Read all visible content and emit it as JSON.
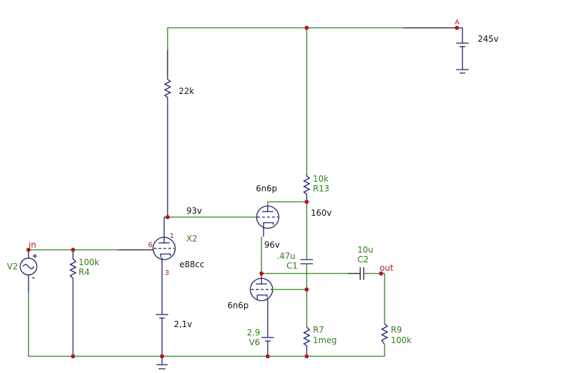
{
  "supply": {
    "node": "A",
    "voltage": "245v"
  },
  "components": {
    "r_plate_x2": {
      "value": "22k"
    },
    "r13": {
      "value": "10k",
      "name": "R13"
    },
    "r4": {
      "value": "100k",
      "name": "R4"
    },
    "r7": {
      "name": "R7",
      "value": "1meg"
    },
    "r9": {
      "name": "R9",
      "value": "100k"
    },
    "c1": {
      "value": ".47u",
      "name": "C1"
    },
    "c2": {
      "value": "10u",
      "name": "C2"
    },
    "v2": {
      "name": "V2",
      "plus": "+",
      "minus": "-"
    },
    "v6": {
      "value": "2.9",
      "name": "V6"
    },
    "x2": {
      "name": "X2",
      "type": "e88cc",
      "pin_plate": "1",
      "pin_grid": "6",
      "pin_cathode": "3"
    },
    "tube_upper": {
      "type": "6n6p"
    },
    "tube_lower": {
      "type": "6n6p"
    }
  },
  "nets": {
    "input": "in",
    "output": "out"
  },
  "voltages": {
    "x2_plate": "93v",
    "x2_cathode": "2,1v",
    "upper_plate": "160v",
    "midpoint": "96v"
  }
}
